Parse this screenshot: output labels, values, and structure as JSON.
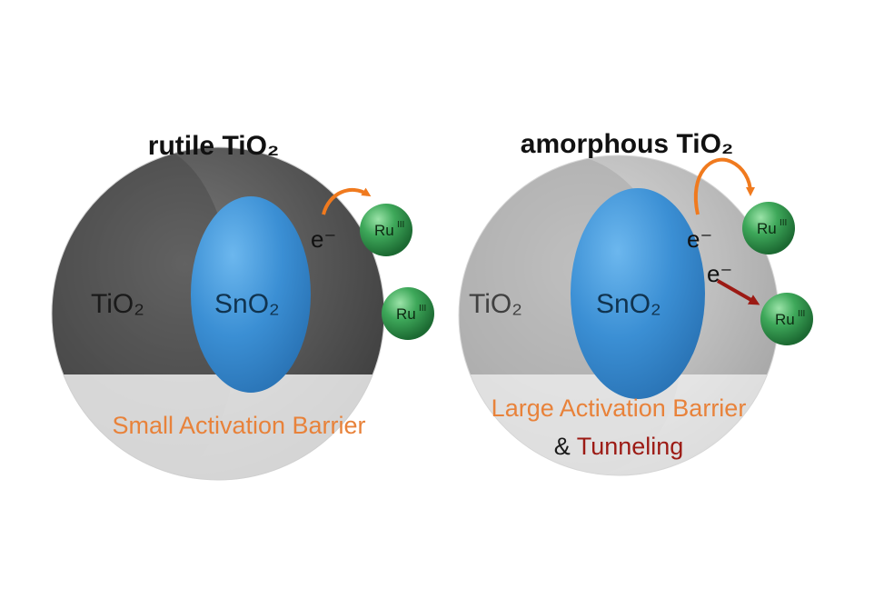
{
  "left_panel": {
    "title": "rutile TiO₂",
    "shell_label": "TiO₂",
    "core_label": "SnO₂",
    "electron_label": "e⁻",
    "ru_base": "Ru",
    "ru_sup": "III",
    "caption": "Small Activation Barrier"
  },
  "right_panel": {
    "title": "amorphous TiO₂",
    "shell_label": "TiO₂",
    "core_label": "SnO₂",
    "electron_label_top": "e⁻",
    "electron_label_bottom": "e⁻",
    "ru_base": "Ru",
    "ru_sup": "III",
    "caption_line1": "Large Activation Barrier",
    "caption_line2_prefix": "& ",
    "caption_line2_highlight": "Tunneling"
  },
  "colors": {
    "rutile_shell": "#505050",
    "amorphous_shell": "#b8b8b8",
    "sno2_core": "#3b8fd4",
    "ru_sphere": "#2e9a4e",
    "arrow_orange": "#f07a1e",
    "arrow_darkred": "#9c1a14",
    "caption_orange": "#e8823a",
    "caption_darkred": "#9c1a14"
  }
}
